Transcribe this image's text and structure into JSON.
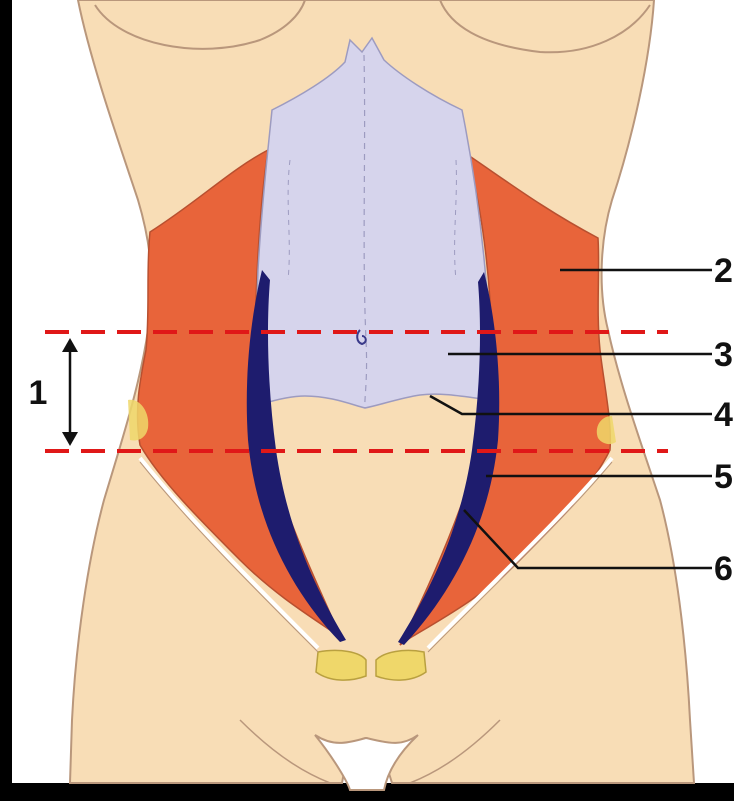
{
  "labels": {
    "measure": "1",
    "l2": "2",
    "l3": "3",
    "l4": "4",
    "l5": "5",
    "l6": "6"
  },
  "colors": {
    "background": "#000000",
    "panel": "#ffffff",
    "skin": "#f8ddb6",
    "skin_outline": "#b9977c",
    "muscle": "#e8643a",
    "fascia": "#d6d4ec",
    "sheath_dark": "#1e1c6e",
    "dashed_line": "#e01818",
    "bone": "#efd76a"
  }
}
